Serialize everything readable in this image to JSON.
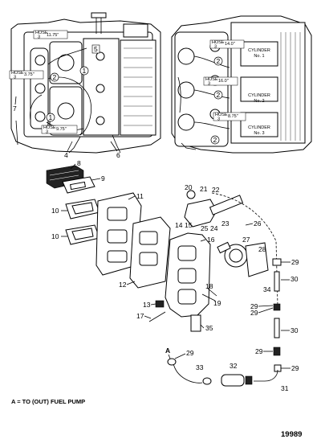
{
  "upper_left": {
    "hoses": [
      {
        "num": "3",
        "length": "11.75\""
      },
      {
        "num": "3",
        "length": "3.75\""
      },
      {
        "num": "3",
        "length": "9.75\""
      }
    ],
    "callouts": [
      "5",
      "1",
      "2",
      "7",
      "1",
      "4",
      "6"
    ],
    "hose_word": "HOSE"
  },
  "upper_right": {
    "hoses": [
      {
        "num": "3",
        "length": "14.0\""
      },
      {
        "num": "3",
        "length": "16.0\""
      },
      {
        "num": "3",
        "length": "8.75\""
      }
    ],
    "cylinders": [
      {
        "line1": "CYLINDER",
        "line2": "No. 1"
      },
      {
        "line1": "CYLINDER",
        "line2": "No. 2"
      },
      {
        "line1": "CYLINDER",
        "line2": "No. 3"
      }
    ],
    "callouts": [
      "2",
      "2",
      "2"
    ]
  },
  "parts": {
    "labels": [
      "8",
      "9",
      "10",
      "10",
      "11",
      "12",
      "13",
      "14",
      "15",
      "16",
      "17",
      "18",
      "19",
      "20",
      "21",
      "22",
      "23",
      "24",
      "25",
      "26",
      "27",
      "28",
      "29",
      "29",
      "29",
      "29",
      "29",
      "29",
      "30",
      "30",
      "31",
      "32",
      "33",
      "34",
      "35",
      "A"
    ]
  },
  "footnote": "A = TO (OUT) FUEL PUMP",
  "figure_number": "19989"
}
